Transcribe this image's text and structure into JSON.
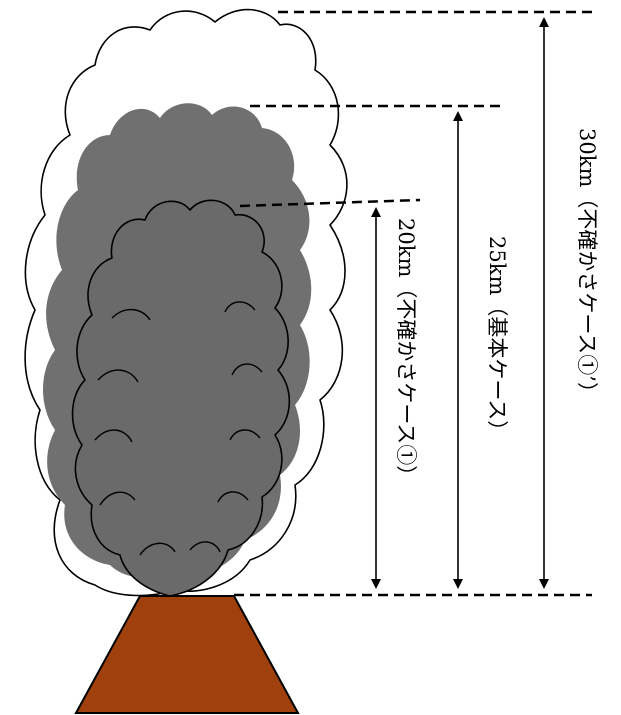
{
  "labels": {
    "height_30km": "30km（不確かさケース①’）",
    "height_25km": "25km（基本ケース）",
    "height_20km": "20km（不確かさケース①）"
  },
  "colors": {
    "volcano": "#a0410d",
    "plume_gray": "#707070",
    "cloud_outline": "#000000",
    "background": "#ffffff"
  }
}
